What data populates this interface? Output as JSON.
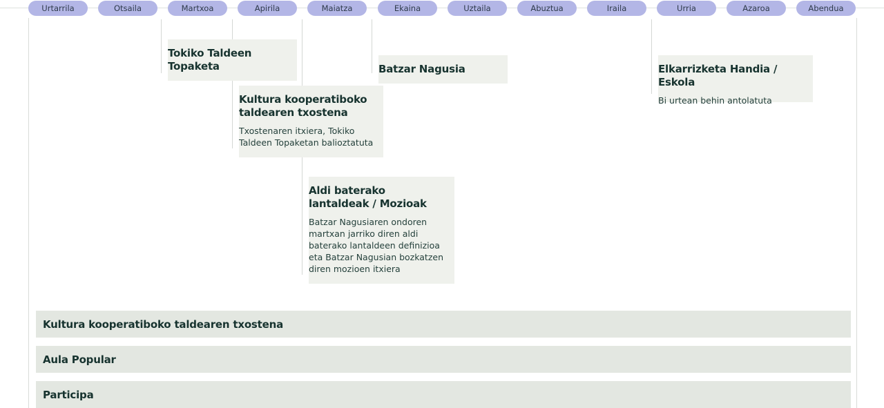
{
  "months": [
    "Urtarrila",
    "Otsaila",
    "Martxoa",
    "Apirila",
    "Maiatza",
    "Ekaina",
    "Uztaila",
    "Abuztua",
    "Iraila",
    "Urria",
    "Azaroa",
    "Abendua"
  ],
  "events": {
    "tokiko": {
      "title": "Tokiko Taldeen Topaketa"
    },
    "kultura": {
      "title": "Kultura kooperatiboko taldearen txostena",
      "desc": "Txostenaren itxiera, Tokiko Taldeen Topaketan balioztatuta"
    },
    "batzar": {
      "title": "Batzar Nagusia"
    },
    "aldi": {
      "title": "Aldi baterako lantaldeak / Mozioak",
      "desc": "Batzar Nagusiaren ondoren martxan jarriko diren aldi baterako lantaldeen definizioa eta Batzar Nagusian bozkatzen diren mozioen itxiera"
    },
    "elkarrizketa": {
      "title": "Elkarrizketa Handia / Eskola",
      "desc": "Bi urtean behin antolatuta"
    }
  },
  "sections": [
    "Kultura kooperatiboko taldearen txostena",
    "Aula Popular",
    "Participa"
  ]
}
